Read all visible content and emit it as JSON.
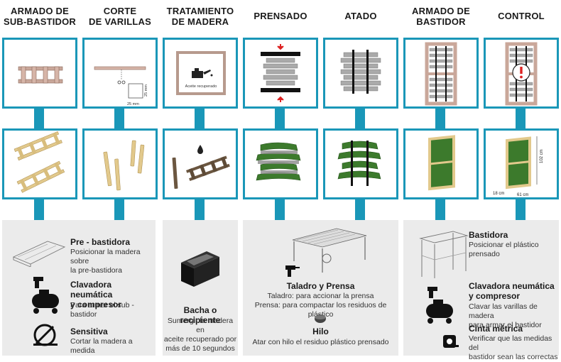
{
  "stages": [
    {
      "id": "armado-sub-bastidor",
      "title_lines": [
        "ARMADO DE",
        "SUB-BASTIDOR"
      ]
    },
    {
      "id": "corte-varillas",
      "title_lines": [
        "CORTE",
        "DE VARILLAS"
      ]
    },
    {
      "id": "tratamiento-madera",
      "title_lines": [
        "TRATAMIENTO",
        "DE MADERA"
      ]
    },
    {
      "id": "prensado",
      "title_lines": [
        "PRENSADO"
      ]
    },
    {
      "id": "atado",
      "title_lines": [
        "ATADO"
      ]
    },
    {
      "id": "armado-bastidor",
      "title_lines": [
        "ARMADO DE",
        "BASTIDOR"
      ]
    },
    {
      "id": "control",
      "title_lines": [
        "CONTROL"
      ]
    }
  ],
  "diagram_labels": {
    "dim_25mm_w": "25 mm",
    "dim_25mm_h": "25 mm",
    "aceite_label": "Aceite recuperado",
    "dim_102": "102 cm",
    "dim_61": "61 cm",
    "dim_18": "18 cm"
  },
  "tools_panel1": [
    {
      "title": "Pre - bastidora",
      "desc_lines": [
        "Posicionar la madera sobre",
        "la pre-bastidora"
      ]
    },
    {
      "title_lines": [
        "Clavadora neumática",
        "y compresor"
      ],
      "desc_lines": [
        "Para armar el sub - bastidor"
      ]
    },
    {
      "title": "Sensitiva",
      "desc_lines": [
        "Cortar la madera a medida"
      ]
    }
  ],
  "tools_panel2": {
    "title": "Bacha o recipiente",
    "desc_lines": [
      "Sumergir la madera en",
      "aceite recuperado por",
      "más  de 10 segundos"
    ]
  },
  "tools_panel3": [
    {
      "title": "Taladro y Prensa",
      "desc_lines": [
        "Taladro: para accionar la prensa",
        "Prensa: para compactar los residuos de plástico"
      ]
    },
    {
      "title": "Hilo",
      "desc_lines": [
        "Atar con hilo el residuo plástico prensado"
      ]
    }
  ],
  "tools_panel4": [
    {
      "title": "Bastidora",
      "desc_lines": [
        "Posicionar el plástico",
        "prensado"
      ]
    },
    {
      "title_lines": [
        "Clavadora neumática",
        "y compresor"
      ],
      "desc_lines": [
        "Clavar las varillas de madera",
        "para armar el bastidor"
      ]
    },
    {
      "title": "Cinta métrica",
      "desc_lines": [
        "Verificar que las medidas del",
        "bastidor sean las correctas"
      ]
    }
  ],
  "colors": {
    "accent": "#1a97b8",
    "panel": "#ebebeb",
    "wood": "#c9b07a",
    "plastic_green": "#3c7a2c"
  }
}
